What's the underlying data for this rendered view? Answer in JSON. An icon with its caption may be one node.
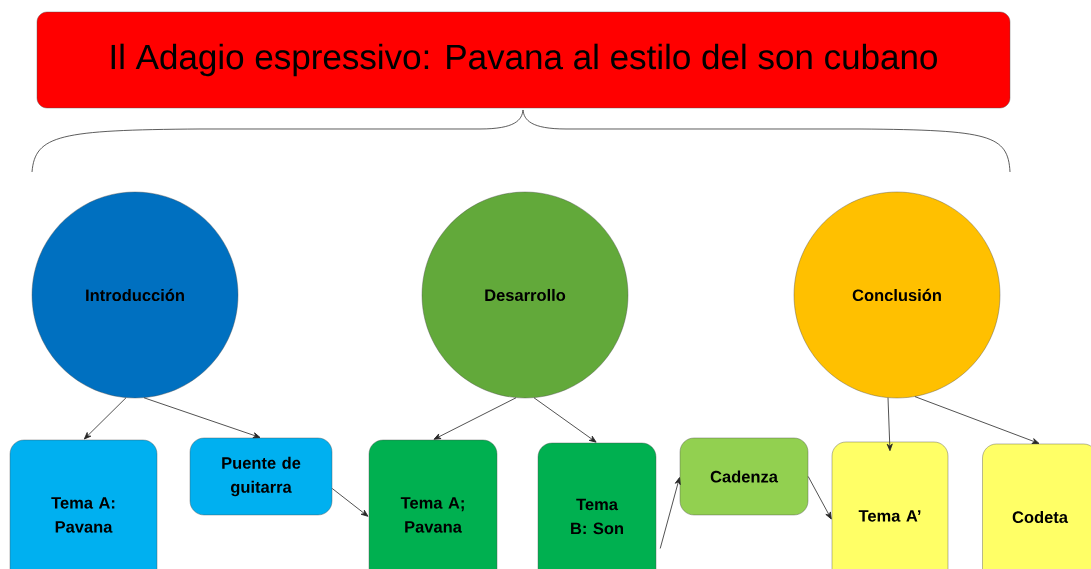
{
  "diagram": {
    "title": "Il Adagio espressivo: Pavana al estilo del son cubano",
    "nodes": [
      {
        "text": [
          "Introducción"
        ]
      },
      {
        "text": [
          "Desarrollo"
        ]
      },
      {
        "text": [
          "Conclusión"
        ]
      },
      {
        "text": [
          "Tema A: Pavana"
        ]
      },
      {
        "text": [
          "Puente de guitarra"
        ]
      },
      {
        "text": [
          "Tema A; Pavana"
        ]
      },
      {
        "text": [
          "Tema B: Son"
        ]
      },
      {
        "text": [
          "Cadenza"
        ]
      },
      {
        "text": [
          "Tema A’"
        ]
      },
      {
        "text": [
          "Codeta"
        ]
      }
    ],
    "edges": [
      {
        "from": 0,
        "to": 3,
        "arrow": "to"
      },
      {
        "from": 0,
        "to": 4,
        "arrow": "to"
      },
      {
        "from": 4,
        "to": 5,
        "arrow": "to"
      },
      {
        "from": 1,
        "to": 5,
        "arrow": "to"
      },
      {
        "from": 1,
        "to": 6,
        "arrow": "to"
      },
      {
        "from": 6,
        "to": 7,
        "arrow": "to"
      },
      {
        "from": 7,
        "to": 8,
        "arrow": "to"
      },
      {
        "from": 2,
        "to": 8,
        "arrow": "to"
      },
      {
        "from": 2,
        "to": 9,
        "arrow": "to"
      }
    ]
  }
}
